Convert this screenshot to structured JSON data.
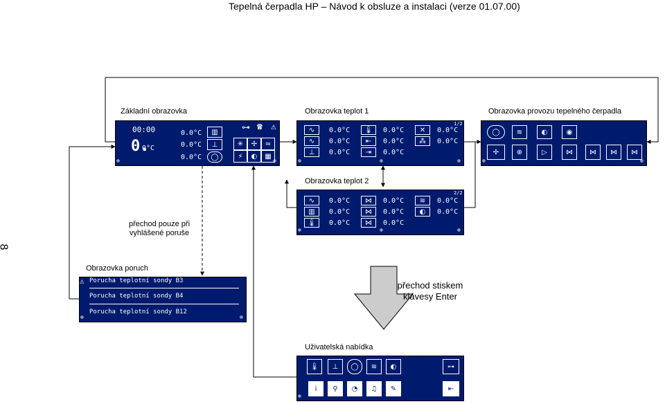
{
  "header": {
    "title": "Tepelná čerpadla HP – Návod k obsluze a instalaci (verze 01.07.00)"
  },
  "page_number": "8",
  "labels": {
    "main_screen": "Základní obrazovka",
    "temp_screen_1": "Obrazovka teplot 1",
    "hp_screen": "Obrazovka provozu tepelného čerpadla",
    "temp_screen_2": "Obrazovka teplot 2",
    "fault_transition": "přechod pouze při vyhlášené poruše",
    "fault_screen": "Obrazovka poruch",
    "enter_transition": "přechod stiskem klávesy Enter",
    "user_menu": "Uživatelská nabídka"
  },
  "main_screen": {
    "time": "00:00",
    "temp_big": "0.",
    "temp_big_unit": "0°C",
    "temps": [
      "0.0°C",
      "0.0°C",
      "0.0°C"
    ]
  },
  "temp1": {
    "page": "1/2",
    "col1": [
      "0.0°C",
      "0.0°C",
      "0.0°C"
    ],
    "col2": [
      "0.0°C",
      "0.0°C",
      "0.0°C"
    ],
    "col3": [
      "0.0°C",
      "0.0°C"
    ]
  },
  "temp2": {
    "page": "2/2",
    "col1": [
      "0.0°C",
      "0.0°C",
      "0.0°C"
    ],
    "col2": [
      "0.0°C",
      "0.0°C",
      "0.0°C"
    ],
    "col3": [
      "0.0°C",
      "0.0°C"
    ]
  },
  "faults": [
    "Porucha teplotní sondy B3",
    "Porucha teplotní sondy B4",
    "Porucha teplotní sondy B12"
  ],
  "colors": {
    "screen_bg": "#001b6e",
    "lcd_fg": "#ffffff",
    "arrow_fill": "#cccccc"
  }
}
